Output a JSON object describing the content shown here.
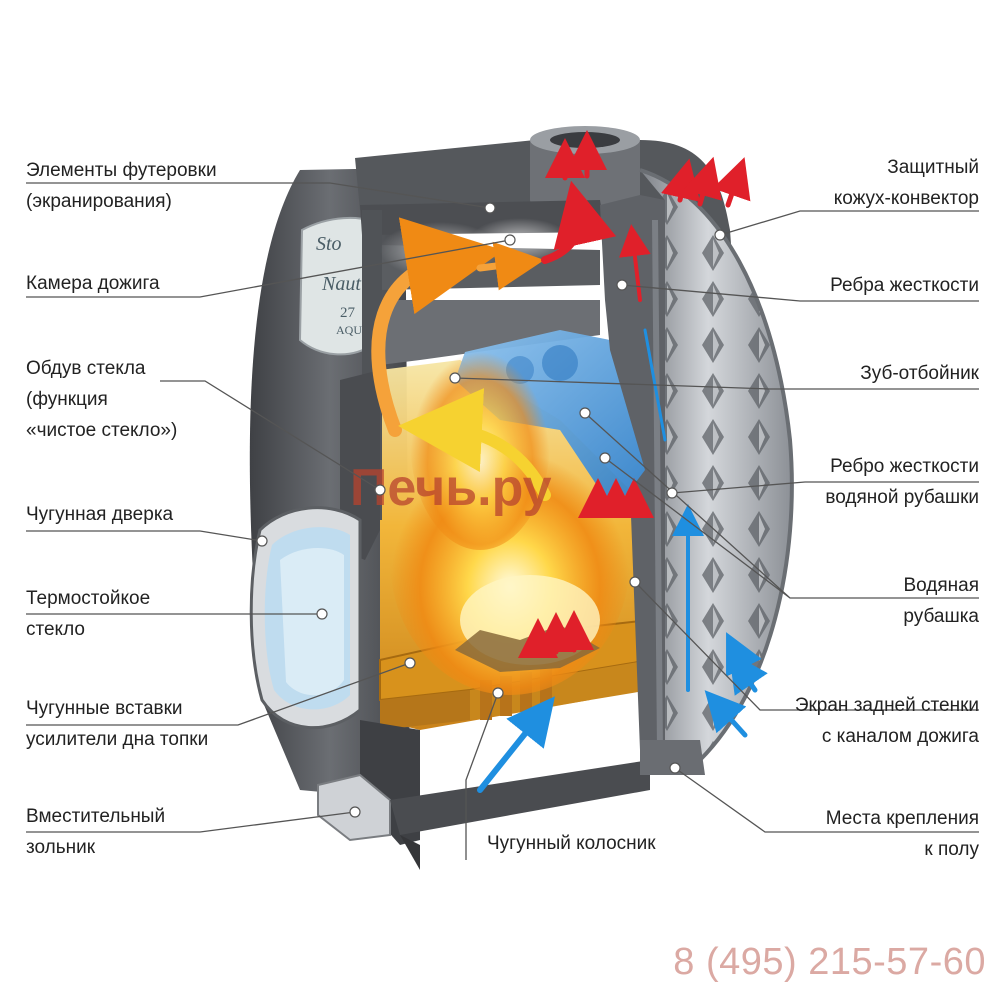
{
  "colors": {
    "steel_dark": "#4b4d51",
    "steel_mid": "#6d7075",
    "steel_light": "#a7abb1",
    "cast_iron": "#5a5c60",
    "fire_gold": "#d99a1e",
    "water_blue": "#3f8fd6",
    "hot_red": "#e0202a",
    "cold_blue": "#1f8fe0",
    "leader": "#555555",
    "watermark": "#b8432e",
    "phone": "#dba9a3"
  },
  "icons": [
    "flame-icon",
    "hot-air-arrow-icon",
    "cold-air-arrow-icon",
    "callout-dot-icon"
  ],
  "watermark": "Печь.ру",
  "plate_text": [
    "Sto",
    "Naut",
    "27",
    "AQU"
  ],
  "labels_left": {
    "lining": [
      "Элементы футеровки",
      "(экранирования)"
    ],
    "afterburn": [
      "Камера дожига"
    ],
    "glass_blow": [
      "Обдув стекла",
      "(функция",
      "«чистое стекло»)"
    ],
    "door": [
      "Чугунная дверка"
    ],
    "glass": [
      "Термостойкое",
      "стекло"
    ],
    "inserts": [
      "Чугунные вставки",
      "усилители дна топки"
    ],
    "ashpan": [
      "Вместительный",
      "зольник"
    ]
  },
  "label_bottom": {
    "grate": [
      "Чугунный колосник"
    ]
  },
  "labels_right": {
    "casing": [
      "Защитный",
      "кожух-конвектор"
    ],
    "ribs": [
      "Ребра жесткости"
    ],
    "tooth": [
      "Зуб-отбойник"
    ],
    "rib_water": [
      "Ребро жесткости",
      "водяной рубашки"
    ],
    "jacket": [
      "Водяная",
      "рубашка"
    ],
    "screen": [
      "Экран задней стенки",
      "с каналом дожига"
    ],
    "mounts": [
      "Места крепления",
      "к полу"
    ]
  },
  "phone": "8 (495) 215-57-60"
}
